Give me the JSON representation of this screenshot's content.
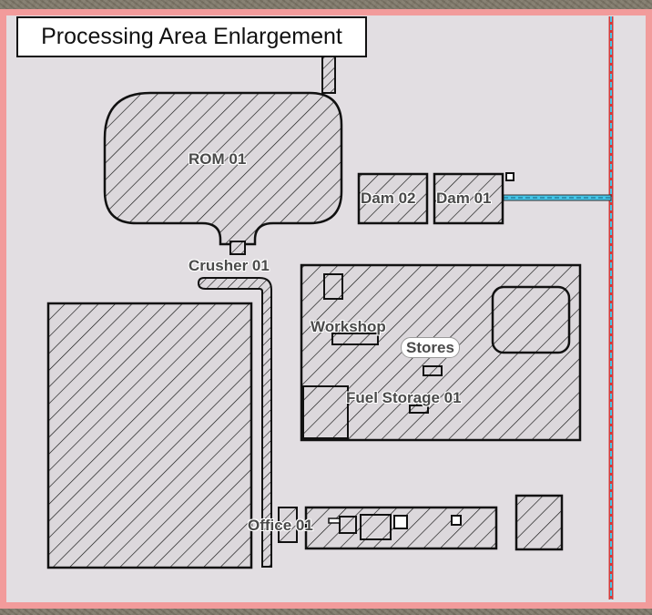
{
  "map": {
    "title": "Processing Area Enlargement",
    "colors": {
      "frame_border": "#f29b9b",
      "background": "#e2dee2",
      "hatch_stroke": "#111111",
      "pipeline": "#44c6e8",
      "boundary_line": "#d43a3a"
    },
    "labels": {
      "rom": "ROM 01",
      "crusher": "Crusher 01",
      "dam02": "Dam 02",
      "dam01": "Dam 01",
      "workshop": "Workshop",
      "stores": "Stores",
      "fuel": "Fuel Storage 01",
      "office": "Office 01"
    }
  }
}
